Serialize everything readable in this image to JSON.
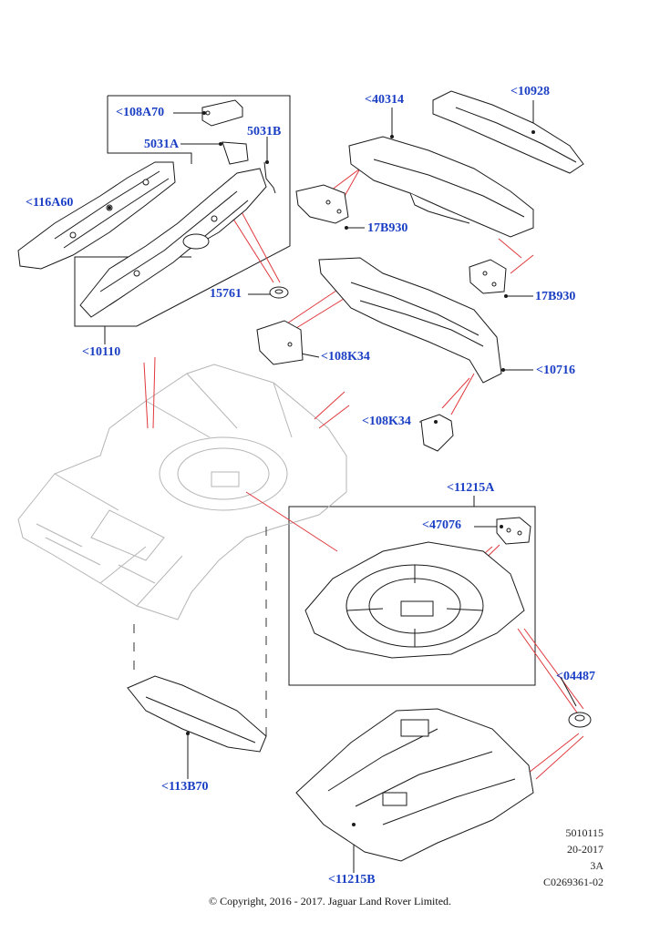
{
  "callouts": {
    "c108A70": "<108A70",
    "c5031A": "5031A",
    "c5031B": "5031B",
    "c116A60": "<116A60",
    "c15761": "15761",
    "c10110": "<10110",
    "c40314": "<40314",
    "c10928": "<10928",
    "c17B930a": "17B930",
    "c17B930b": "17B930",
    "c108K34a": "<108K34",
    "c10716": "<10716",
    "c108K34b": "<108K34",
    "c11215A": "<11215A",
    "c47076": "<47076",
    "c04487": "<04487",
    "c113B70": "<113B70",
    "c11215B": "<11215B"
  },
  "stamp": {
    "line1": "5010115",
    "line2": "20-2017",
    "line3": "3A",
    "line4": "C0269361-02"
  },
  "copyright": "© Copyright, 2016 - 2017. Jaguar Land Rover Limited.",
  "colors": {
    "callout": "#1a3fc4",
    "leader_red": "#e0383c",
    "part_line": "#1a1a1a",
    "ghost_line": "#b8b8b8"
  }
}
